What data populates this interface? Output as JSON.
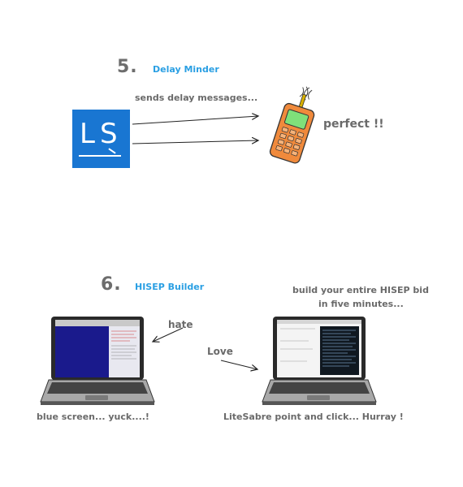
{
  "section5": {
    "number": "5.",
    "title": "Delay Minder",
    "sends_label": "sends delay messages...",
    "logo_text": "LS",
    "result_label": "perfect !!"
  },
  "section6": {
    "number": "6.",
    "title": "HISEP Builder",
    "build_label_line1": "build your entire HISEP bid",
    "build_label_line2": "in five minutes...",
    "hate_label": "hate",
    "love_label": "Love",
    "left_caption": "blue screen... yuck....!",
    "right_caption": "LiteSabre point and click... Hurray !"
  },
  "colors": {
    "title_accent": "#2a9fe3",
    "logo_bg": "#1976d2",
    "phone_body": "#f08a3c",
    "phone_screen": "#7fe07a"
  }
}
